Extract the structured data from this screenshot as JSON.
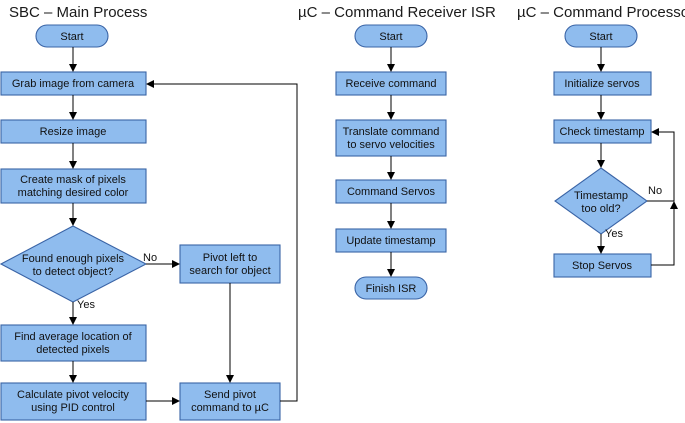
{
  "colors": {
    "box_fill": "#8fbcee",
    "box_stroke": "#3a64a6",
    "terminal_fill": "#8fbcee"
  },
  "columns": {
    "main": {
      "title": "SBC – Main Process",
      "start": "Start",
      "grab": "Grab image from camera",
      "resize": "Resize image",
      "mask": [
        "Create mask of pixels",
        "matching desired color"
      ],
      "decision": [
        "Found enough pixels",
        "to detect object?"
      ],
      "decision_yes": "Yes",
      "decision_no": "No",
      "pivot_left": [
        "Pivot left to",
        "search for object"
      ],
      "find_avg": [
        "Find average location of",
        "detected pixels"
      ],
      "calc_vel": [
        "Calculate pivot velocity",
        "using PID control"
      ],
      "send_pivot": [
        "Send pivot",
        "command to µC"
      ]
    },
    "receiver": {
      "title": "µC – Command Receiver ISR",
      "start": "Start",
      "receive": "Receive command",
      "translate": [
        "Translate command",
        "to servo velocities"
      ],
      "command_servos": "Command Servos",
      "update_ts": "Update timestamp",
      "finish": "Finish ISR"
    },
    "processor": {
      "title": "µC – Command Processor",
      "start": "Start",
      "init": "Initialize servos",
      "check": "Check timestamp",
      "decision": [
        "Timestamp",
        "too old?"
      ],
      "decision_yes": "Yes",
      "decision_no": "No",
      "stop": "Stop Servos"
    }
  }
}
